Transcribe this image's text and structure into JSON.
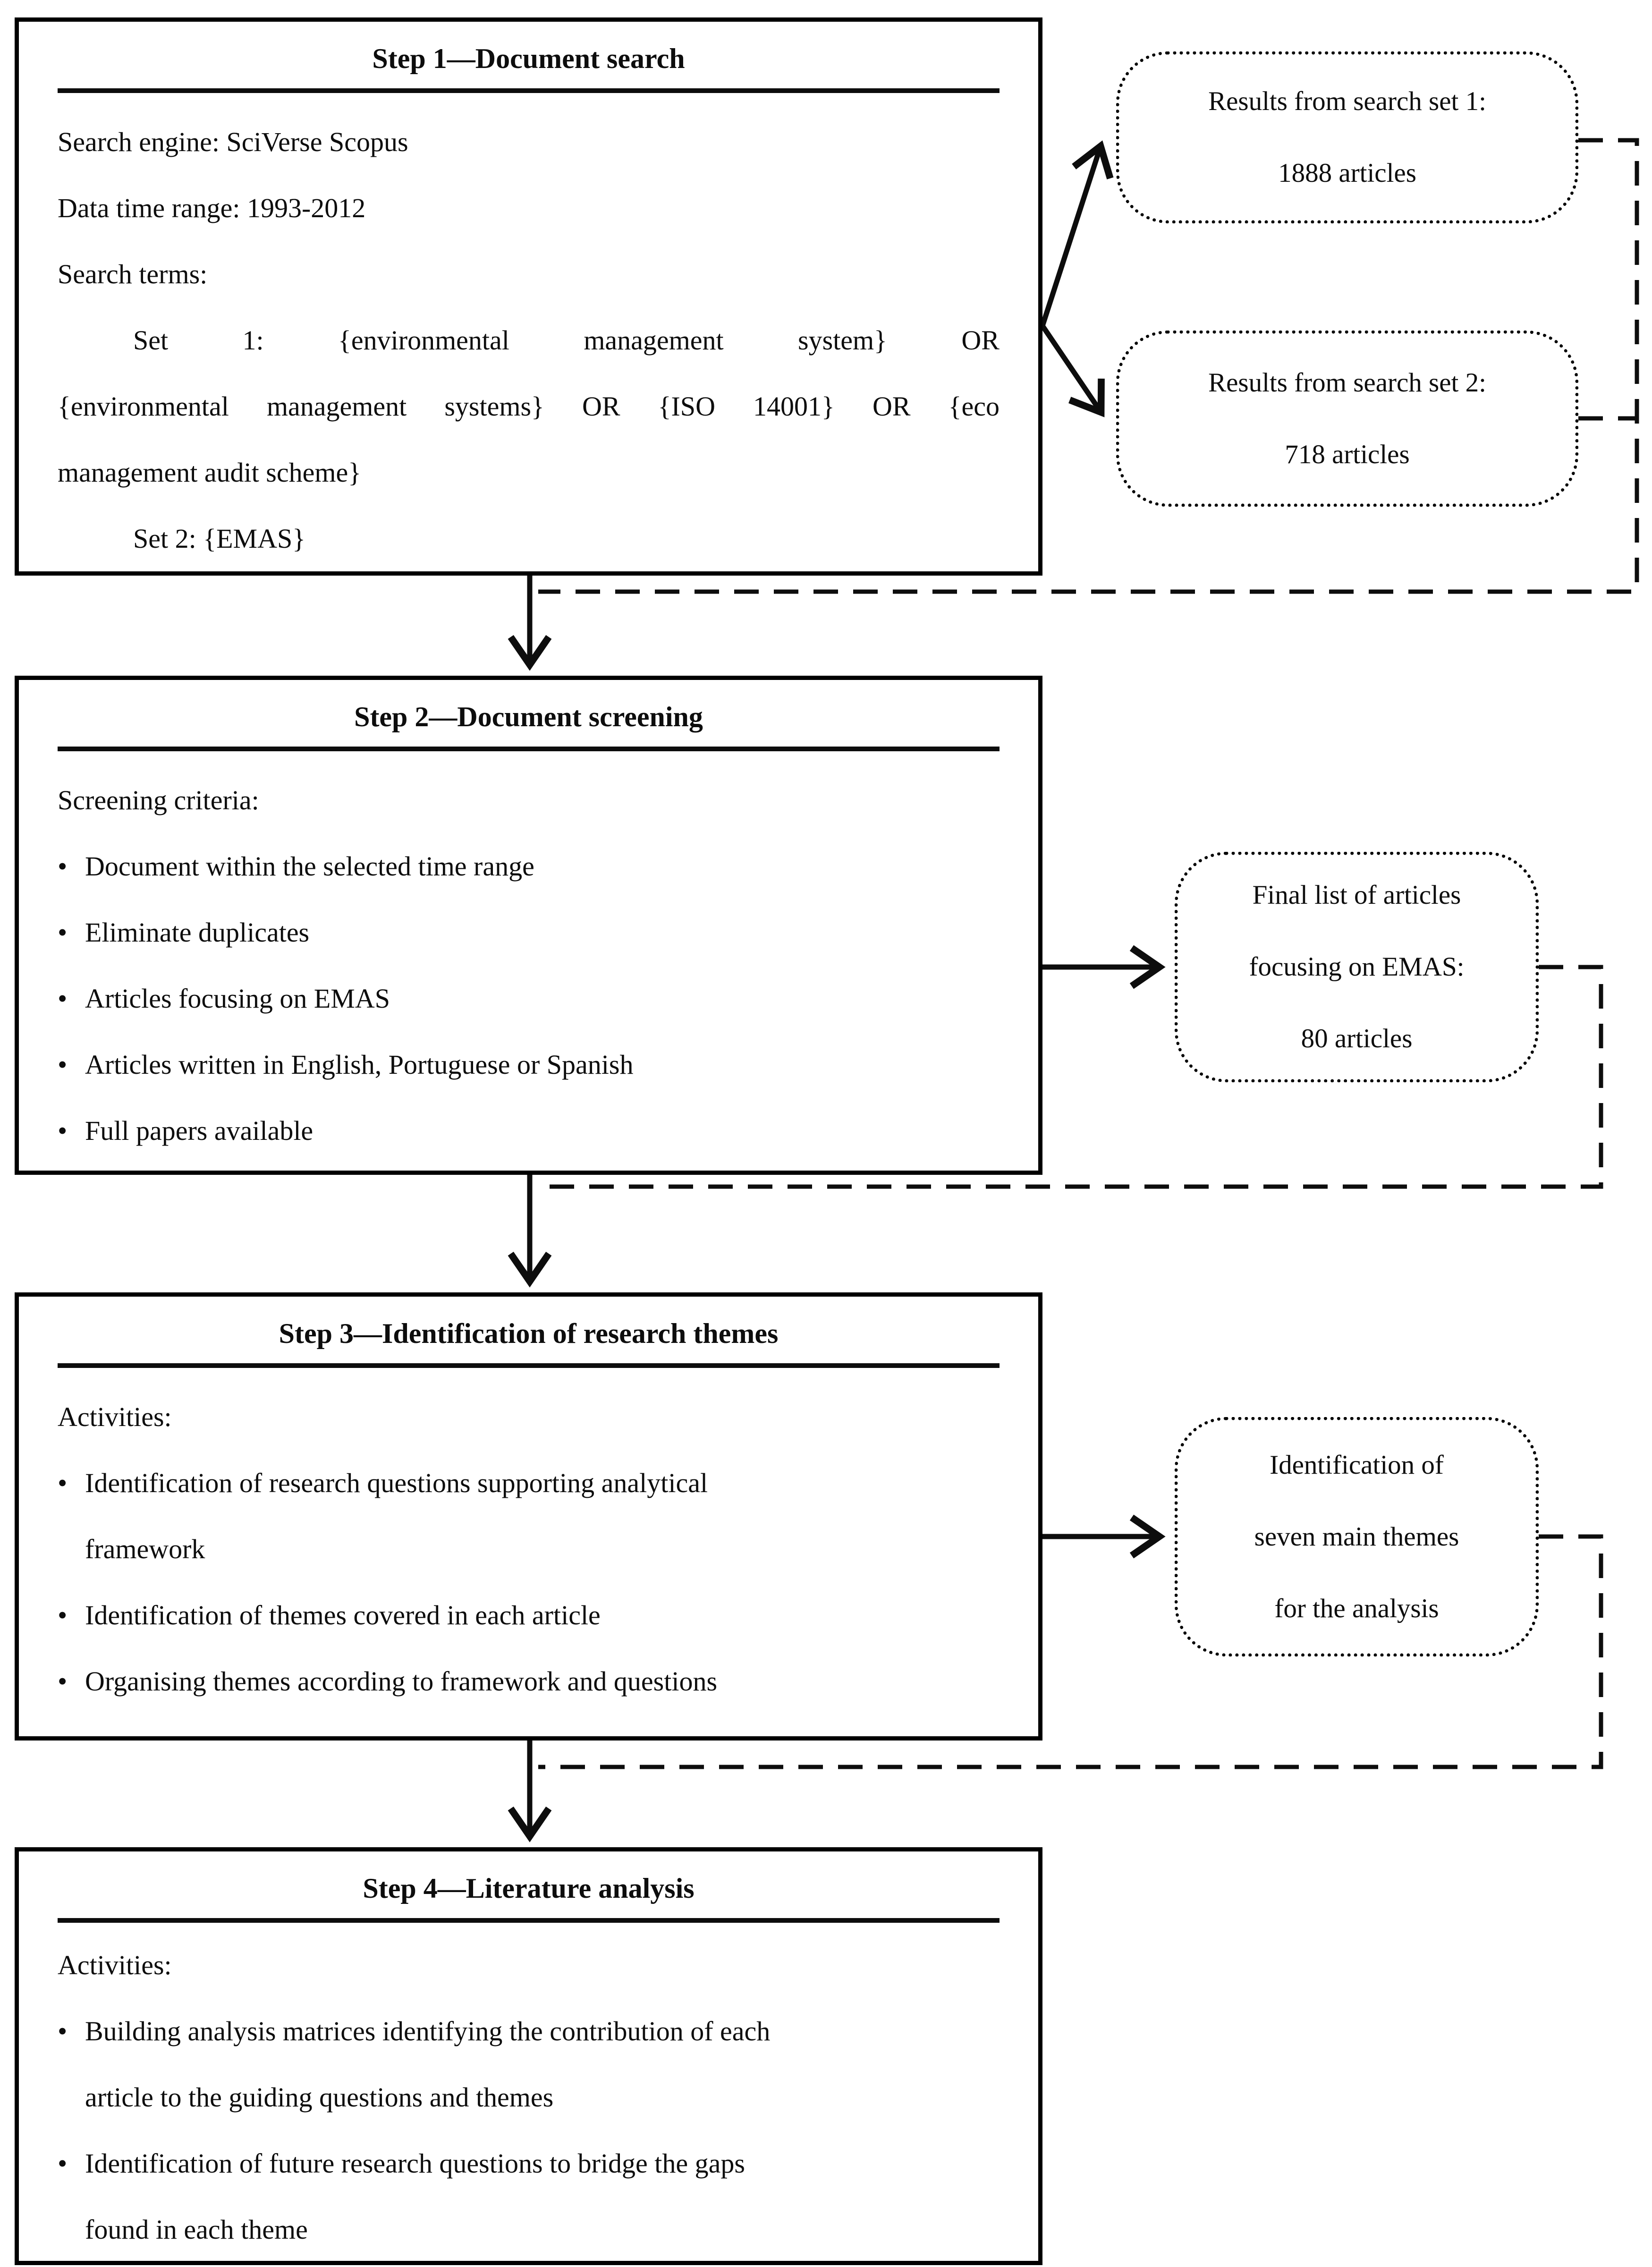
{
  "glyphs": {
    "bullet": "•"
  },
  "steps": [
    {
      "title": "Step 1—Document search",
      "lines": [
        "Search engine: SciVerse Scopus",
        "Data time range: 1993-2012",
        "Search terms:"
      ],
      "set1_lines": [
        "Set 1: {environmental management system} OR",
        "{environmental management systems} OR {ISO 14001} OR {eco",
        "management audit scheme}"
      ],
      "set2": "Set 2: {EMAS}"
    },
    {
      "title": "Step 2—Document screening",
      "intro": "Screening criteria:",
      "bullets": [
        [
          "Document within the selected time range"
        ],
        [
          "Eliminate duplicates"
        ],
        [
          "Articles focusing on EMAS"
        ],
        [
          "Articles written in English, Portuguese or Spanish"
        ],
        [
          "Full papers available"
        ]
      ]
    },
    {
      "title": "Step 3—Identification of research themes",
      "intro": "Activities:",
      "bullets": [
        [
          "Identification of research questions supporting analytical",
          "framework"
        ],
        [
          "Identification of themes covered in each article"
        ],
        [
          "Organising themes according to framework and questions"
        ]
      ]
    },
    {
      "title": "Step 4—Literature analysis",
      "intro": "Activities:",
      "bullets": [
        [
          "Building analysis matrices identifying the contribution of each",
          "article to the guiding questions and themes"
        ],
        [
          "Identification of future research questions to bridge the gaps",
          "found in each theme"
        ]
      ]
    }
  ],
  "side_boxes": [
    {
      "lines": [
        "Results from search set 1:",
        "1888 articles"
      ]
    },
    {
      "lines": [
        "Results from search set 2:",
        "718 articles"
      ]
    },
    {
      "lines": [
        "Final list of articles",
        "focusing on EMAS:",
        "80 articles"
      ]
    },
    {
      "lines": [
        "Identification of",
        "seven main themes",
        "for the analysis"
      ]
    }
  ],
  "colors": {
    "ink": "#0d0d0d",
    "background": "#ffffff"
  }
}
